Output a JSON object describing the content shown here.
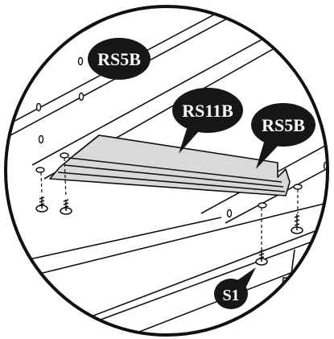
{
  "diagram": {
    "style": "assembly-instruction-detail",
    "colors": {
      "ink": "#111111",
      "paper": "#ffffff",
      "panel_fill": "#d9d9d9",
      "label_fill": "#161616",
      "label_text": "#ffffff"
    },
    "labels": {
      "rail_top": "RS5B",
      "center_piece": "RS11B",
      "rail_right": "RS5B",
      "screw": "S1"
    },
    "icons": [
      "screw-icon",
      "screwdriver-icon"
    ]
  }
}
